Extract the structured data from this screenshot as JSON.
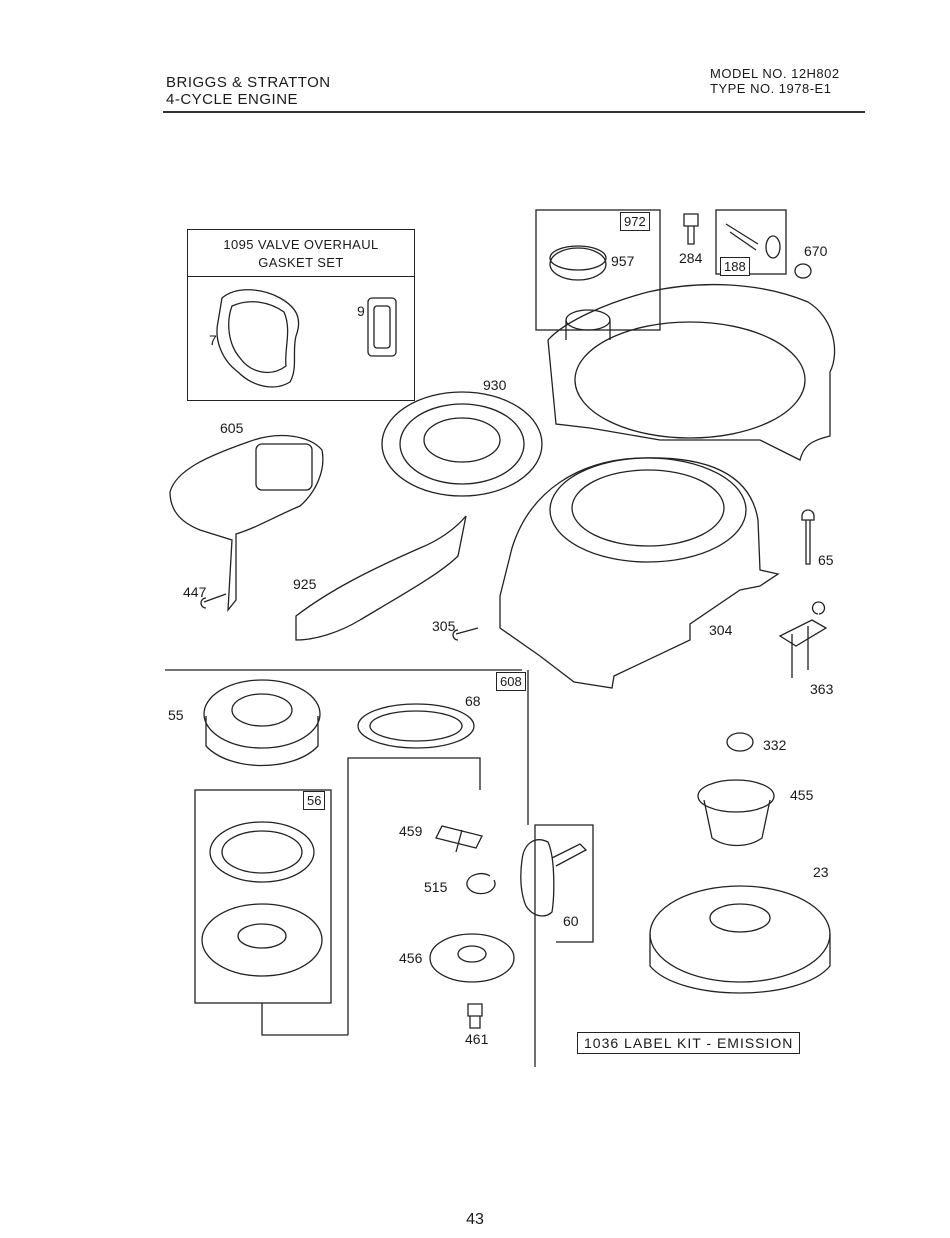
{
  "header": {
    "maker": "BRIGGS & STRATTON",
    "engine": "4-CYCLE ENGINE",
    "model": "MODEL NO. 12H802",
    "type": "TYPE NO. 1978-E1"
  },
  "kits": {
    "valve_overhaul": {
      "title_line1": "1095 VALVE OVERHAUL",
      "title_line2": "GASKET SET"
    },
    "label_kit": "1036 LABEL KIT - EMISSION"
  },
  "boxed_parts": {
    "p972": "972",
    "p188": "188",
    "p608": "608",
    "p56": "56"
  },
  "parts": {
    "p7": "7",
    "p9": "9",
    "p957": "957",
    "p284": "284",
    "p670": "670",
    "p930": "930",
    "p605": "605",
    "p65": "65",
    "p447": "447",
    "p925": "925",
    "p305": "305",
    "p304": "304",
    "p363": "363",
    "p55": "55",
    "p68": "68",
    "p332": "332",
    "p455": "455",
    "p459": "459",
    "p23": "23",
    "p515": "515",
    "p60": "60",
    "p456": "456",
    "p461": "461"
  },
  "page_number": "43"
}
